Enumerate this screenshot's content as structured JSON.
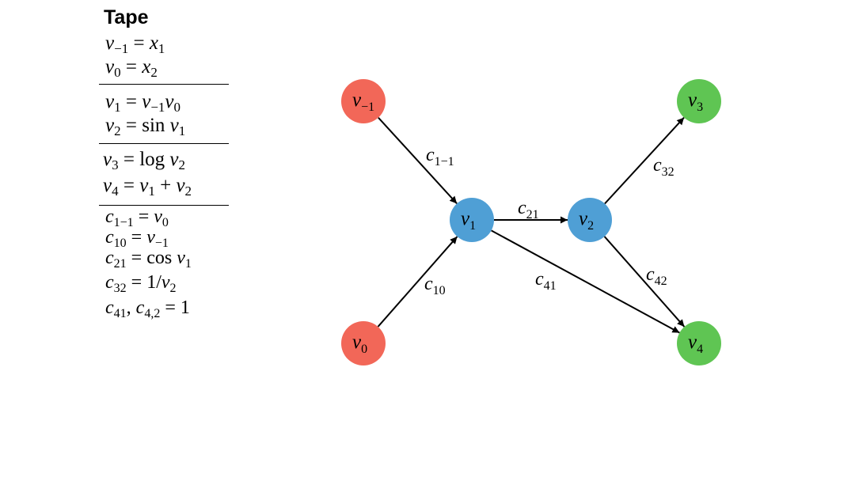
{
  "tape": {
    "title": "Tape",
    "inputs": [
      {
        "lhs": "v",
        "lhs_sub": "−1",
        "rhs": "x",
        "rhs_sub": "1"
      },
      {
        "lhs": "v",
        "lhs_sub": "0",
        "rhs": "x",
        "rhs_sub": "2"
      }
    ],
    "intermediate": [
      {
        "lhs": "v",
        "lhs_sub": "1",
        "rhs_a": "v",
        "rhs_a_sub": "−1",
        "rhs_b": "v",
        "rhs_b_sub": "0"
      },
      {
        "lhs": "v",
        "lhs_sub": "2",
        "fn": "sin",
        "arg": "v",
        "arg_sub": "1"
      }
    ],
    "outputs": [
      {
        "lhs": "v",
        "lhs_sub": "3",
        "fn": "log",
        "arg": "v",
        "arg_sub": "2"
      },
      {
        "lhs": "v",
        "lhs_sub": "4",
        "a": "v",
        "a_sub": "1",
        "op": "+",
        "b": "v",
        "b_sub": "2"
      }
    ],
    "partials": [
      {
        "lhs": "c",
        "lhs_sub": "1−1",
        "rhs": "v",
        "rhs_sub": "0"
      },
      {
        "lhs": "c",
        "lhs_sub": "10",
        "rhs": "v",
        "rhs_sub": "−1"
      },
      {
        "lhs": "c",
        "lhs_sub": "21",
        "fn": "cos",
        "arg": "v",
        "arg_sub": "1"
      },
      {
        "lhs": "c",
        "lhs_sub": "32",
        "num": "1/",
        "arg": "v",
        "arg_sub": "2"
      },
      {
        "lhs_a": "c",
        "lhs_a_sub": "41",
        "sep": ",",
        "lhs_b": "c",
        "lhs_b_sub": "4,2",
        "rhs": "1"
      }
    ]
  },
  "graph": {
    "colors": {
      "input": "#f26758",
      "intermediate": "#4f9fd5",
      "output": "#5fc553",
      "stroke": "#000000"
    },
    "nodes": [
      {
        "id": "vm1",
        "var": "v",
        "sub": "−1",
        "kind": "input"
      },
      {
        "id": "v0",
        "var": "v",
        "sub": "0",
        "kind": "input"
      },
      {
        "id": "v1",
        "var": "v",
        "sub": "1",
        "kind": "intermediate"
      },
      {
        "id": "v2",
        "var": "v",
        "sub": "2",
        "kind": "intermediate"
      },
      {
        "id": "v3",
        "var": "v",
        "sub": "3",
        "kind": "output"
      },
      {
        "id": "v4",
        "var": "v",
        "sub": "4",
        "kind": "output"
      }
    ],
    "edges": [
      {
        "from": "vm1",
        "to": "v1",
        "label": "c",
        "sub": "1−1"
      },
      {
        "from": "v0",
        "to": "v1",
        "label": "c",
        "sub": "10"
      },
      {
        "from": "v1",
        "to": "v2",
        "label": "c",
        "sub": "21"
      },
      {
        "from": "v2",
        "to": "v3",
        "label": "c",
        "sub": "32"
      },
      {
        "from": "v1",
        "to": "v4",
        "label": "c",
        "sub": "41"
      },
      {
        "from": "v2",
        "to": "v4",
        "label": "c",
        "sub": "42"
      }
    ]
  }
}
